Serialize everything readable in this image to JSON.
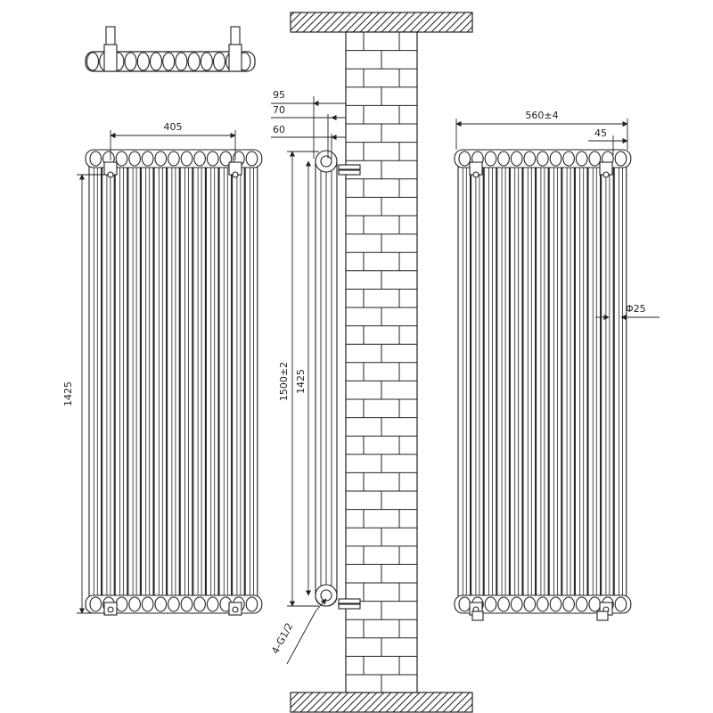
{
  "dimensions": {
    "front_left_width": "405",
    "front_left_height": "1425",
    "side_offset_95": "95",
    "side_offset_70": "70",
    "side_offset_60": "60",
    "side_height_total": "1500±2",
    "side_height_centers": "1425",
    "side_connection": "4-G1/2",
    "right_width": "560±4",
    "right_end_offset": "45",
    "right_tube_diameter": "Φ25"
  }
}
